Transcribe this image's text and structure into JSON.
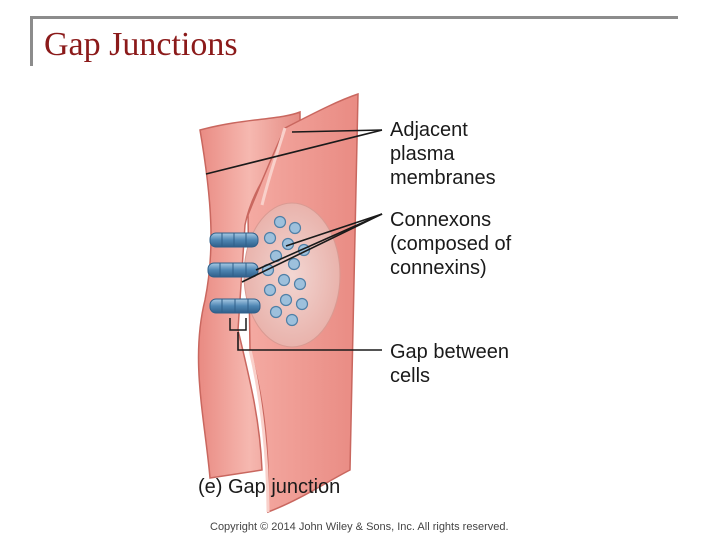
{
  "slide": {
    "title": "Gap Junctions"
  },
  "labels": {
    "adjacent_membranes": [
      "Adjacent",
      "plasma",
      "membranes"
    ],
    "connexons": [
      "Connexons",
      "(composed of",
      "connexins)"
    ],
    "gap_between": [
      "Gap between",
      "cells"
    ]
  },
  "caption": "(e) Gap junction",
  "copyright": "Copyright © 2014 John Wiley & Sons, Inc. All rights reserved.",
  "colors": {
    "title": "#8b1a1a",
    "membrane_fill": "#f2a8a0",
    "membrane_edge": "#c9675f",
    "connexon": "#5b8fb8",
    "leader_line": "#1a1a1a"
  },
  "icons": [
    "cell-membrane-illustration",
    "connexon-channel-icon"
  ]
}
